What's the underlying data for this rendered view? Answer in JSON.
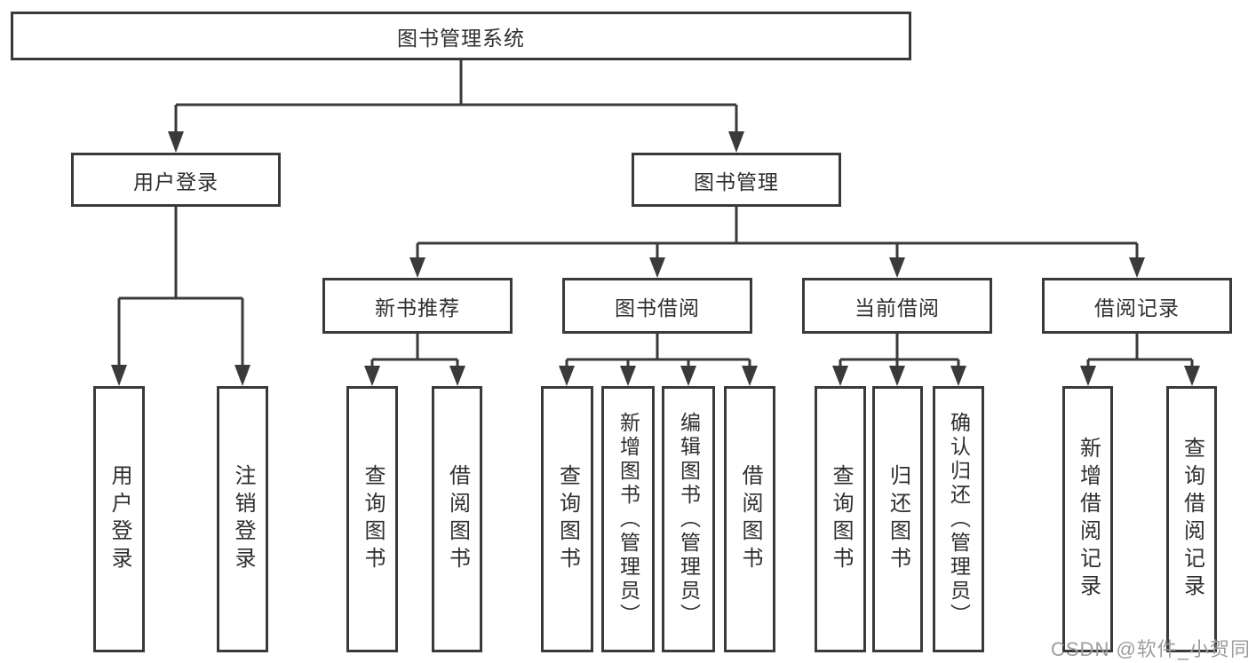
{
  "diagram_type": "functional-structure-tree",
  "colors": {
    "line": "#3a3a3a",
    "box_border": "#3a3a3a",
    "text": "#2f2f2f",
    "background": "#ffffff",
    "watermark": "#9d9d9d"
  },
  "tree": {
    "label": "图书管理系统",
    "children": [
      {
        "label": "用户登录",
        "children": [
          {
            "label": "用户登录"
          },
          {
            "label": "注销登录"
          }
        ]
      },
      {
        "label": "图书管理",
        "children": [
          {
            "label": "新书推荐",
            "children": [
              {
                "label": "查询图书"
              },
              {
                "label": "借阅图书"
              }
            ]
          },
          {
            "label": "图书借阅",
            "children": [
              {
                "label": "查询图书"
              },
              {
                "label": "新增图书（管理员）"
              },
              {
                "label": "编辑图书（管理员）"
              },
              {
                "label": "借阅图书"
              }
            ]
          },
          {
            "label": "当前借阅",
            "children": [
              {
                "label": "查询图书"
              },
              {
                "label": "归还图书"
              },
              {
                "label": "确认归还（管理员）"
              }
            ]
          },
          {
            "label": "借阅记录",
            "children": [
              {
                "label": "新增借阅记录"
              },
              {
                "label": "查询借阅记录"
              }
            ]
          }
        ]
      }
    ]
  },
  "watermark": {
    "text": "CSDN @软件_小贺同学"
  }
}
